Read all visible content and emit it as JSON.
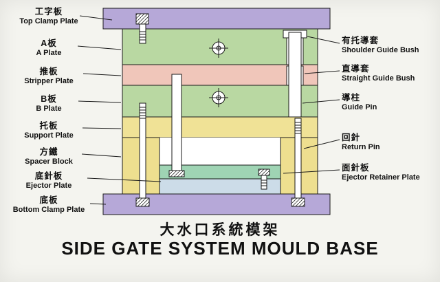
{
  "diagram": {
    "labels_left": [
      {
        "zh": "工字板",
        "en": "Top Clamp Plate"
      },
      {
        "zh": "A板",
        "en": "A Plate"
      },
      {
        "zh": "推板",
        "en": "Stripper Plate"
      },
      {
        "zh": "B板",
        "en": "B Plate"
      },
      {
        "zh": "托板",
        "en": "Support Plate"
      },
      {
        "zh": "方鐵",
        "en": "Spacer Block"
      },
      {
        "zh": "底針板",
        "en": "Ejector Plate"
      },
      {
        "zh": "底板",
        "en": "Bottom Clamp Plate"
      }
    ],
    "labels_right": [
      {
        "zh": "有托導套",
        "en": "Shoulder Guide Bush"
      },
      {
        "zh": "直導套",
        "en": "Straight Guide Bush"
      },
      {
        "zh": "導柱",
        "en": "Guide Pin"
      },
      {
        "zh": "回針",
        "en": "Return Pin"
      },
      {
        "zh": "面針板",
        "en": "Ejector Retainer Plate"
      }
    ],
    "title_zh": "大水口系統模架",
    "title_en": "SIDE GATE SYSTEM MOULD BASE",
    "colors": {
      "clamp_plate": "#b6a8d8",
      "ab_plate": "#b9d8a2",
      "stripper_plate": "#f0c6ba",
      "support_plate": "#f0e296",
      "spacer_block": "#eedf8f",
      "retainer_plate": "#9fd4b4",
      "ejector_plate": "#ccdce8",
      "metal": "#ffffff",
      "outline": "#1a1a1a",
      "background": "#f4f4ef"
    }
  }
}
